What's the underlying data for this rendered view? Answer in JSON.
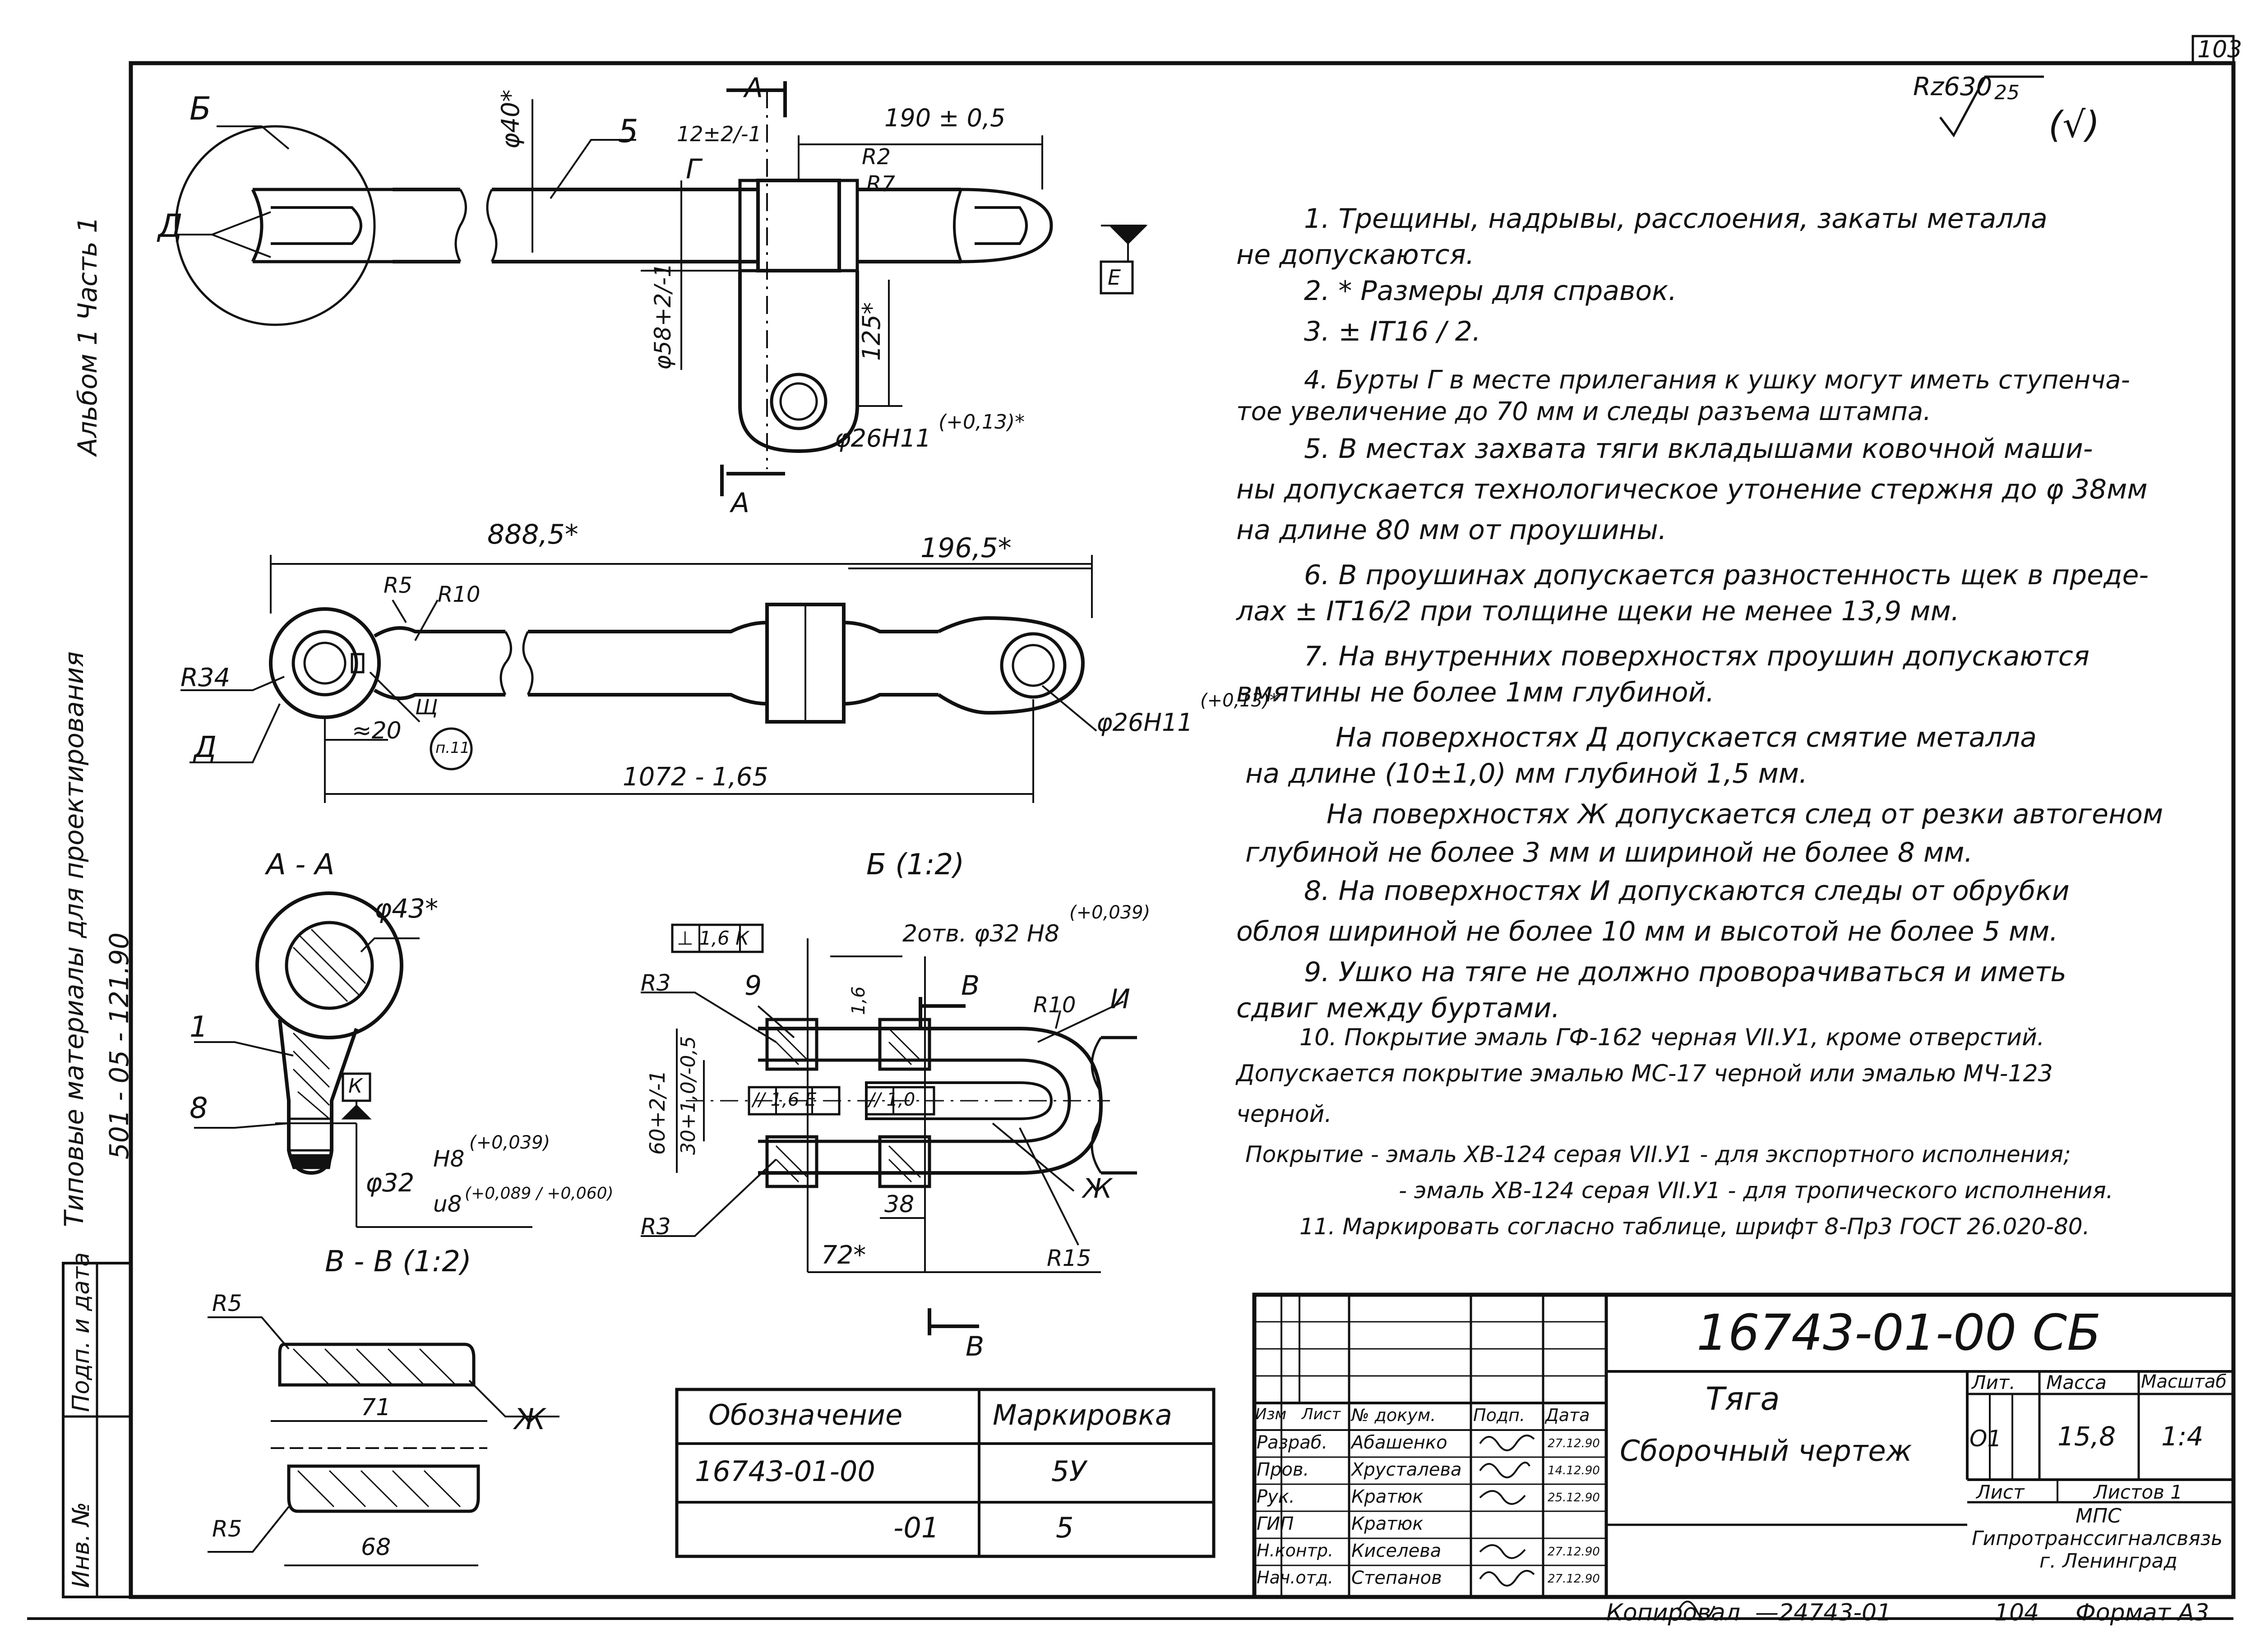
{
  "sheet": {
    "page_number": "103",
    "roughness": "Rz630",
    "roughness_sub": "25",
    "roughness_check": "(√)",
    "format": "Формат А3",
    "copied": "Копировал",
    "copy_number": "—24743-01",
    "copy_page": "104"
  },
  "side_margin": {
    "album": "Альбом 1   Часть 1",
    "typical": "Типовые материалы для проектирования",
    "series": "501 - 05 - 121.90",
    "sign_date": "Подп. и дата",
    "inv_no": "Инв. №"
  },
  "views": {
    "top": {
      "label_b": "Б",
      "label_d": "Д",
      "label_g": "Г",
      "label_5": "5",
      "label_e": "Е",
      "dim_phi40": "φ40*",
      "dim_12": "12±2/-1",
      "dim_190": "190 ± 0,5",
      "dim_r2": "R2",
      "dim_r7": "R7",
      "dim_phi58": "φ58+2/-1",
      "dim_125": "125*",
      "dim_phi26": "φ26Н11",
      "dim_phi26_tol": "(+0,13)*",
      "section_a": "А"
    },
    "front": {
      "dim_888": "888,5*",
      "dim_196": "196,5*",
      "dim_r5": "R5",
      "dim_r10": "R10",
      "dim_r34": "R34",
      "label_d": "Д",
      "label_shch": "Щ",
      "label_p11": "п.11",
      "dim_20": "≈20",
      "dim_1072": "1072 - 1,65",
      "dim_phi26": "φ26Н11",
      "dim_phi26_tol": "(+0,13)*"
    },
    "section_aa": {
      "title": "А - А",
      "dim_phi43": "φ43*",
      "label_1": "1",
      "label_8": "8",
      "label_k": "К",
      "dim_phi32": "φ32",
      "dim_h8": "Н8",
      "dim_h8_tol": "(+0,039)",
      "dim_u8": "u8",
      "dim_u8_tol": "(+0,089 / +0,060)"
    },
    "view_b": {
      "title": "Б (1:2)",
      "holes": "2отв. φ32 Н8",
      "holes_tol": "(+0,039)",
      "perp": "⊥ 1,6 К",
      "label_9": "9",
      "dim_r3_top": "R3",
      "dim_r3_bot": "R3",
      "dim_16": "1,6",
      "label_v": "В",
      "dim_r10": "R10",
      "label_i": "И",
      "dim_60": "60+2/-1",
      "dim_30": "30+1,0/-0,5",
      "par_16": "// 1,6 Е",
      "par_10": "// 1,0",
      "label_zh": "Ж",
      "dim_38": "38",
      "dim_72": "72*",
      "dim_r15": "R15"
    },
    "section_vv": {
      "title": "В - В (1:2)",
      "dim_r5_top": "R5",
      "dim_71": "71",
      "label_zh": "Ж",
      "dim_r5_bot": "R5",
      "dim_68": "68"
    }
  },
  "notes": [
    "1. Трещины, надрывы, расслоения, закаты металла",
    "не допускаются.",
    "2. * Размеры для справок.",
    "3. ± IT16 / 2.",
    "4. Бурты Г в месте прилегания к ушку могут иметь ступенча-",
    "тое увеличение до 70 мм и следы разъема штампа.",
    "5. В местах захвата тяги вкладышами ковочной маши-",
    "ны допускается технологическое утонение стержня до φ 38мм",
    "на длине 80 мм от проушины.",
    "6. В проушинах допускается разностенность щек в преде-",
    "лах ± IT16/2 при толщине щеки не менее 13,9 мм.",
    "7. На внутренних поверхностях проушин допускаются",
    "вмятины не более 1мм глубиной.",
    "На поверхностях Д допускается смятие металла",
    "на длине (10±1,0) мм глубиной 1,5 мм.",
    "На поверхностях Ж допускается след от резки автогеном",
    "глубиной не более 3 мм и шириной не более 8 мм.",
    "8. На поверхностях И допускаются следы от обрубки",
    "облоя шириной не более 10 мм и высотой не более 5 мм.",
    "9. Ушко на тяге не должно проворачиваться и иметь",
    "сдвиг между буртами.",
    "10. Покрытие эмаль ГФ-162 черная VII.У1, кроме отверстий.",
    "Допускается покрытие эмалью МС-17 черной или эмалью МЧ-123",
    "черной.",
    "Покрытие - эмаль ХВ-124 серая VII.У1 - для экспортного исполнения;",
    "- эмаль ХВ-124 серая VII.У1 - для тропического исполнения.",
    "11. Маркировать согласно таблице, шрифт 8-Пр3 ГОСТ 26.020-80."
  ],
  "marking_table": {
    "headers": [
      "Обозначение",
      "Маркировка"
    ],
    "rows": [
      [
        "16743-01-00",
        "5У"
      ],
      [
        "-01",
        "5"
      ]
    ]
  },
  "title_block": {
    "doc_number": "16743-01-00 СБ",
    "name_line1": "Тяга",
    "name_line2": "Сборочный чертеж",
    "lit_label": "Лит.",
    "mass_label": "Масса",
    "scale_label": "Масштаб",
    "lit_value": "О1",
    "mass_value": "15,8",
    "scale_value": "1:4",
    "sheet_label": "Лист",
    "sheets_label": "Листов 1",
    "org_line1": "МПС",
    "org_line2": "Гипротранссигналсвязь",
    "org_line3": "г. Ленинград",
    "col_headers": [
      "Изм",
      "Лист",
      "№ докум.",
      "Подп.",
      "Дата"
    ],
    "roles": [
      {
        "role": "Разраб.",
        "name": "Абашенко",
        "date": "27.12.90"
      },
      {
        "role": "Пров.",
        "name": "Хрусталева",
        "date": "14.12.90"
      },
      {
        "role": "Рук.",
        "name": "Кратюк",
        "date": "25.12.90"
      },
      {
        "role": "ГИП",
        "name": "Кратюк",
        "date": ""
      },
      {
        "role": "Н.контр.",
        "name": "Киселева",
        "date": "27.12.90"
      },
      {
        "role": "Нач.отд.",
        "name": "Степанов",
        "date": "27.12.90"
      }
    ]
  }
}
